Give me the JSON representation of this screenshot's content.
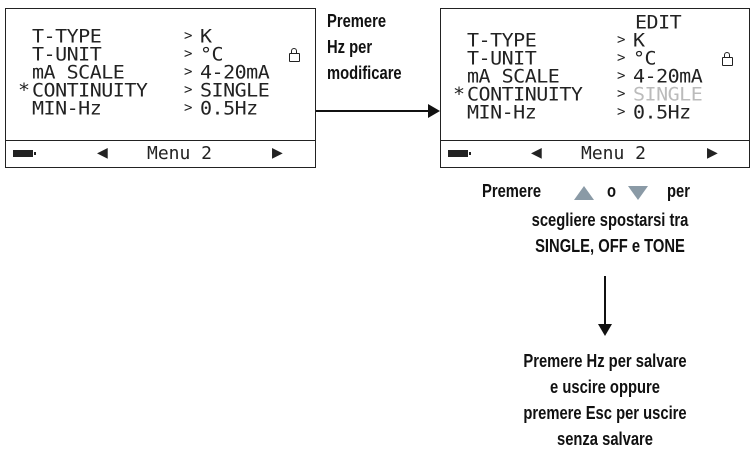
{
  "left_screen": {
    "rows": [
      {
        "label": "T-TYPE",
        "marker": "",
        "value": "K"
      },
      {
        "label": "T-UNIT",
        "marker": "",
        "value": "°C"
      },
      {
        "label": "mA SCALE",
        "marker": "",
        "value": "4-20mA"
      },
      {
        "label": "CONTINUITY",
        "marker": "*",
        "value": "SINGLE"
      },
      {
        "label": "MIN-Hz",
        "marker": "",
        "value": "0.5Hz"
      }
    ],
    "footer": {
      "menu": "Menu 2",
      "left_arrow": "◀",
      "right_arrow": "▶"
    }
  },
  "right_screen": {
    "mode": "EDIT",
    "rows": [
      {
        "label": "T-TYPE",
        "marker": "",
        "value": "K"
      },
      {
        "label": "T-UNIT",
        "marker": "",
        "value": "°C"
      },
      {
        "label": "mA SCALE",
        "marker": "",
        "value": "4-20mA"
      },
      {
        "label": "CONTINUITY",
        "marker": "*",
        "value": "SINGLE"
      },
      {
        "label": "MIN-Hz",
        "marker": "",
        "value": "0.5Hz"
      }
    ],
    "footer": {
      "menu": "Menu 2",
      "left_arrow": "◀",
      "right_arrow": "▶"
    }
  },
  "captions": {
    "step1": [
      "Premere",
      "Hz per",
      "modificare"
    ],
    "step2_prefix": "Premere",
    "step2_or": "o",
    "step2_suffix": "per",
    "step2_lines": [
      "scegliere spostarsi tra",
      "SINGLE, OFF e TONE"
    ],
    "step3": [
      "Premere Hz per salvare",
      "e uscire oppure",
      "premere Esc per uscire",
      "senza salvare"
    ]
  },
  "colors": {
    "up_arrow": "#8a9aa6",
    "down_arrow": "#8a9aa6"
  }
}
